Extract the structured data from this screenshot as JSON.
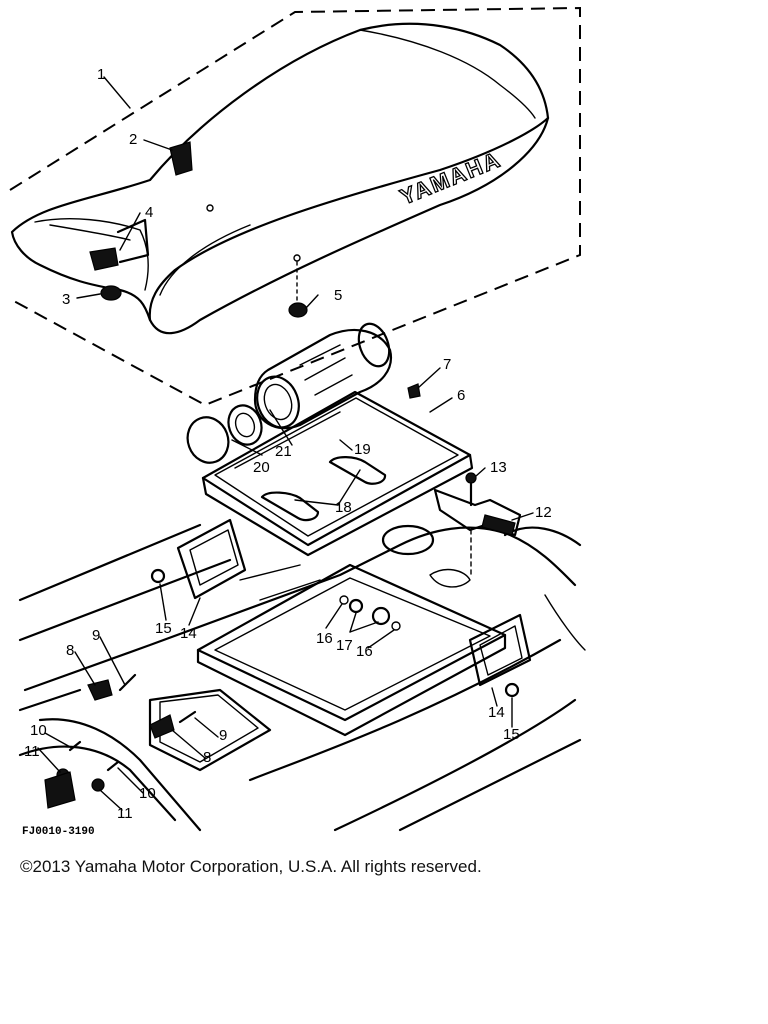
{
  "diagram": {
    "brand_text": "YAMAHA",
    "drawing_code": "FJ0010-3190",
    "callouts": {
      "c1": "1",
      "c2": "2",
      "c3": "3",
      "c4": "4",
      "c5": "5",
      "c6": "6",
      "c7": "7",
      "c8a": "8",
      "c8b": "8",
      "c9a": "9",
      "c9b": "9",
      "c10a": "10",
      "c10b": "10",
      "c11a": "11",
      "c11b": "11",
      "c12": "12",
      "c13": "13",
      "c14a": "14",
      "c14b": "14",
      "c15a": "15",
      "c15b": "15",
      "c16a": "16",
      "c16b": "16",
      "c17": "17",
      "c18": "18",
      "c19": "19",
      "c20": "20",
      "c21": "21"
    }
  },
  "footer": {
    "copyright": "©2013 Yamaha Motor Corporation, U.S.A. All rights reserved."
  }
}
